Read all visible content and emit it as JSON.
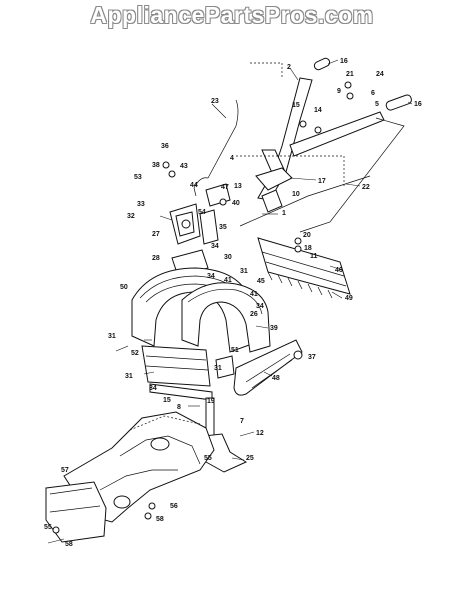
{
  "watermark": "AppliancePartsPros.com",
  "callouts": {
    "c1": "1",
    "c2": "2",
    "c4": "4",
    "c5": "5",
    "c6": "6",
    "c7": "7",
    "c8": "8",
    "c9": "9",
    "c10": "10",
    "c11": "11",
    "c12": "12",
    "c13": "13",
    "c14": "14",
    "c15a": "15",
    "c15b": "15",
    "c16a": "16",
    "c16b": "16",
    "c17": "17",
    "c18": "18",
    "c19": "19",
    "c20": "20",
    "c21": "21",
    "c22": "22",
    "c23": "23",
    "c24": "24",
    "c25": "25",
    "c26": "26",
    "c27": "27",
    "c28": "28",
    "c30": "30",
    "c31a": "31",
    "c31b": "31",
    "c31c": "31",
    "c31d": "31",
    "c32": "32",
    "c33": "33",
    "c34a": "34",
    "c34b": "34",
    "c34c": "34",
    "c35": "35",
    "c36": "36",
    "c37": "37",
    "c38": "38",
    "c39": "39",
    "c40": "40",
    "c41a": "41",
    "c41b": "41",
    "c43": "43",
    "c44": "44",
    "c45": "45",
    "c46": "46",
    "c47": "47",
    "c48": "48",
    "c49": "49",
    "c50": "50",
    "c51": "51",
    "c52": "52",
    "c53": "53",
    "c54": "54",
    "c55": "55",
    "c56": "56",
    "c57": "57",
    "c58a": "58",
    "c58b": "58"
  }
}
